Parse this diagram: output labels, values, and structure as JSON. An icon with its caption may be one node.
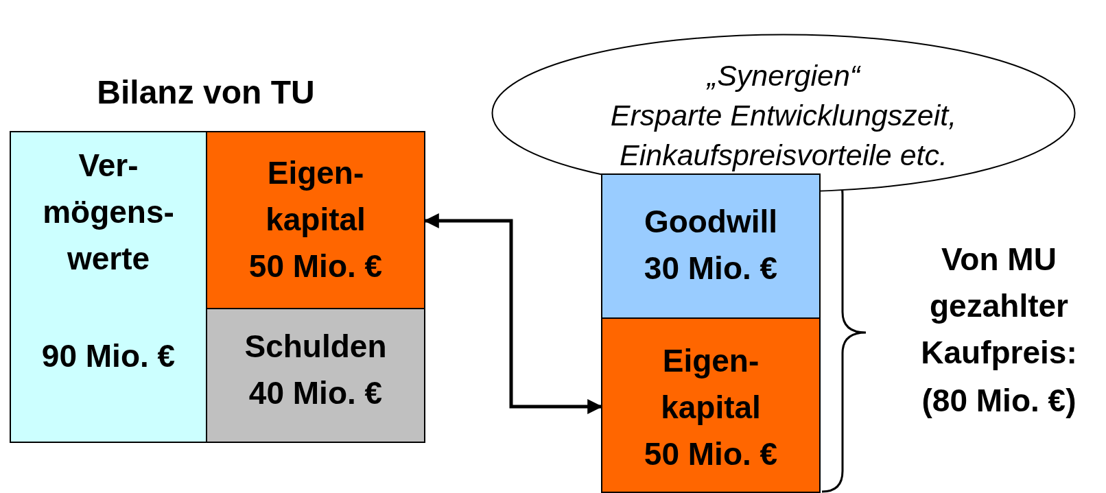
{
  "diagram": {
    "title": "Bilanz von TU",
    "nodes": [
      {
        "text": [
          "Ver- mögens- werte",
          "90 Mio. €"
        ]
      },
      {
        "text": [
          "Eigen- kapital",
          "50 Mio. €"
        ]
      },
      {
        "text": [
          "Schulden",
          "40 Mio. €"
        ]
      },
      {
        "text": [
          "„Synergien“",
          "Ersparte Entwicklungszeit, Einkaufspreisvorteile etc."
        ]
      },
      {
        "text": [
          "Goodwill",
          "30 Mio. €"
        ]
      },
      {
        "text": [
          "Eigen- kapital",
          "50 Mio. €"
        ]
      }
    ],
    "edges": [
      {
        "from": 1,
        "to": 5,
        "arrow": "both"
      }
    ],
    "labels": [
      "Von MU gezahlter Kaufpreis:",
      "(80 Mio. €)"
    ]
  }
}
